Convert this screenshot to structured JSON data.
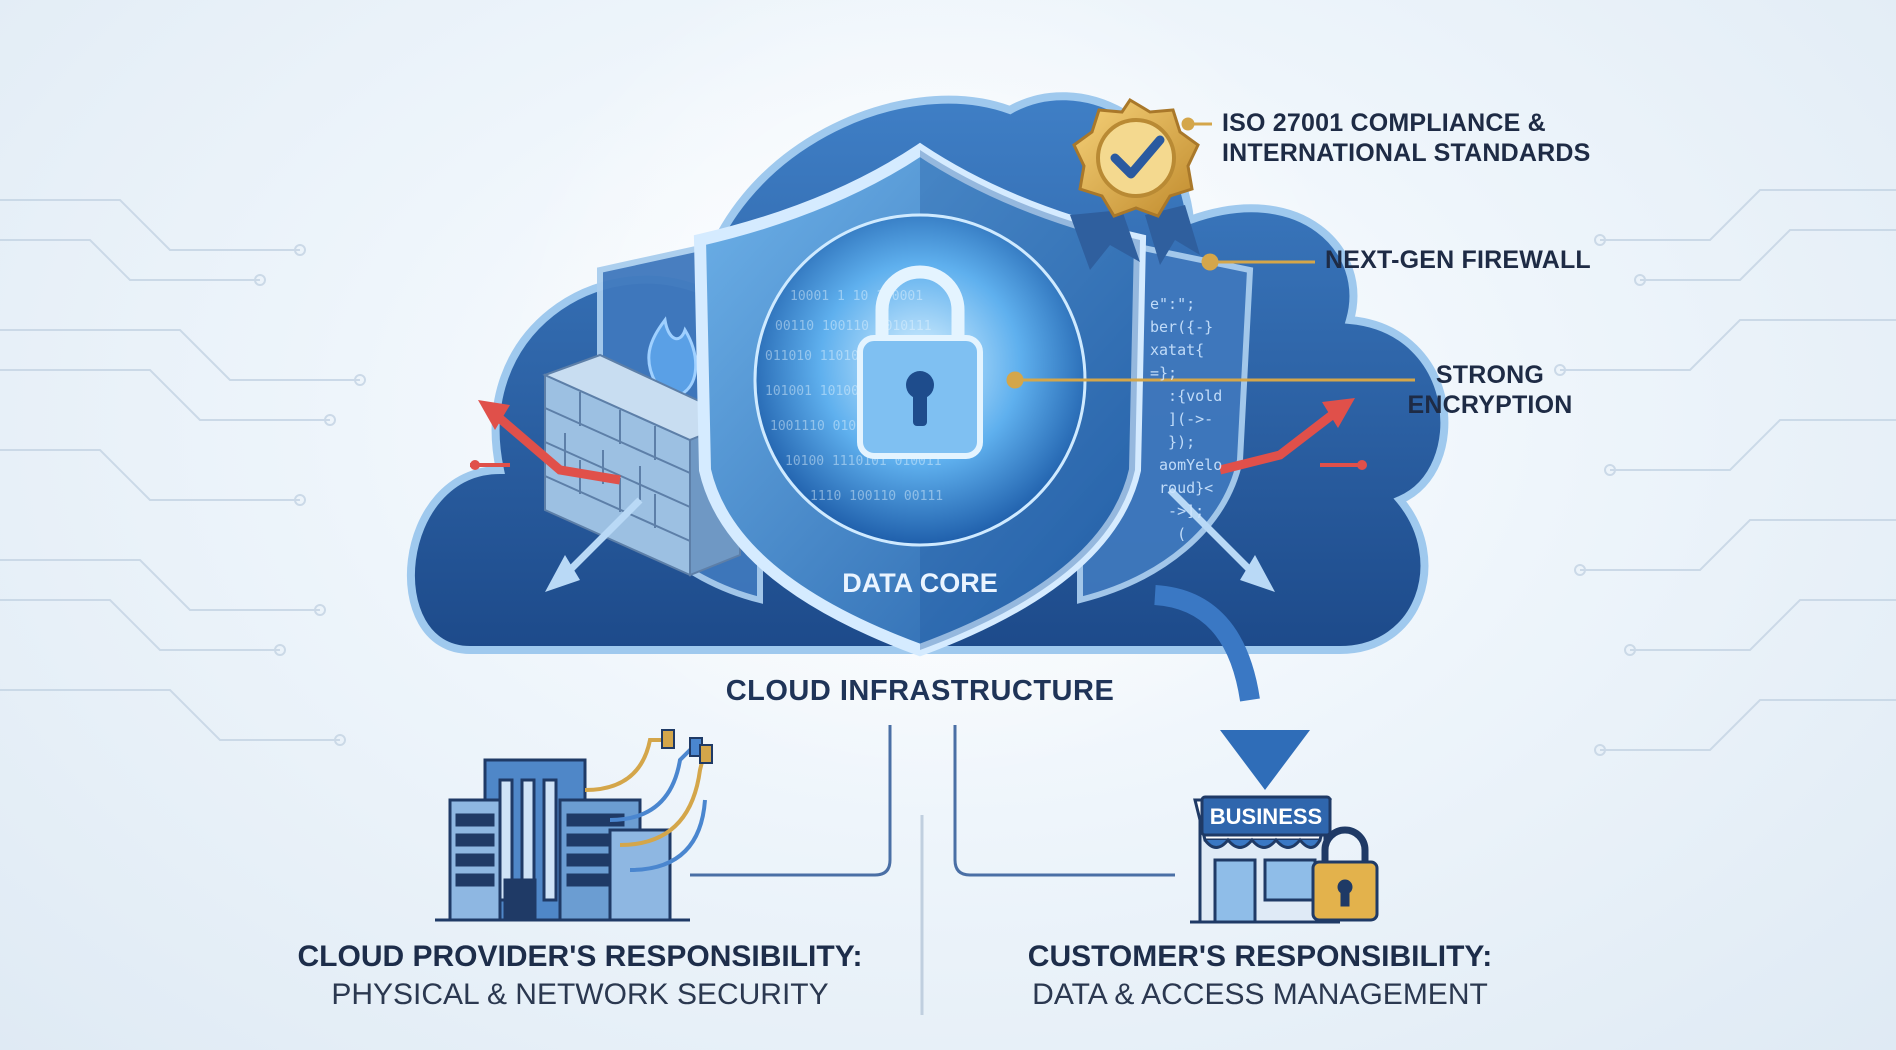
{
  "callouts": {
    "iso_line1": "ISO 27001 COMPLIANCE &",
    "iso_line2": "INTERNATIONAL STANDARDS",
    "firewall": "NEXT-GEN FIREWALL",
    "encryption_line1": "STRONG",
    "encryption_line2": "ENCRYPTION"
  },
  "core": {
    "label": "DATA CORE"
  },
  "cloud": {
    "label": "CLOUD INFRASTRUCTURE"
  },
  "provider": {
    "title": "CLOUD PROVIDER'S RESPONSIBILITY:",
    "subtitle": "PHYSICAL & NETWORK SECURITY"
  },
  "customer": {
    "title": "CUSTOMER'S RESPONSIBILITY:",
    "subtitle": "DATA & ACCESS MANAGEMENT"
  },
  "business_sign": "BUSINESS",
  "code_snippet": [
    "e\":\";",
    "ber({-}",
    "xatat{",
    "=};",
    "",
    "  :{vold",
    "  ](->-",
    "  });",
    " aomYelo",
    " roud}<",
    "  ->];",
    "   ("
  ],
  "colors": {
    "cloud_dark": "#1f4f8f",
    "cloud_light": "#4f8fd0",
    "accent_gold": "#d4a64a",
    "threat_red": "#e0504a",
    "navy_text": "#1d2d4a"
  }
}
